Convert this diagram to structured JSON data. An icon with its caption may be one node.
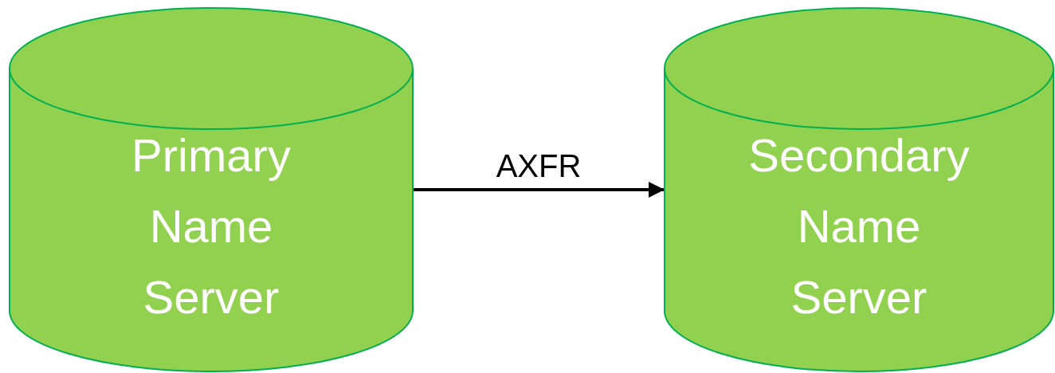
{
  "diagram": {
    "nodes": [
      {
        "text": [
          "Primary Name Server"
        ]
      },
      {
        "text": [
          "Secondary Name Server"
        ]
      }
    ],
    "edges": [
      {
        "from": 0,
        "to": 1,
        "arrow": "to",
        "label": "AXFR"
      }
    ]
  }
}
